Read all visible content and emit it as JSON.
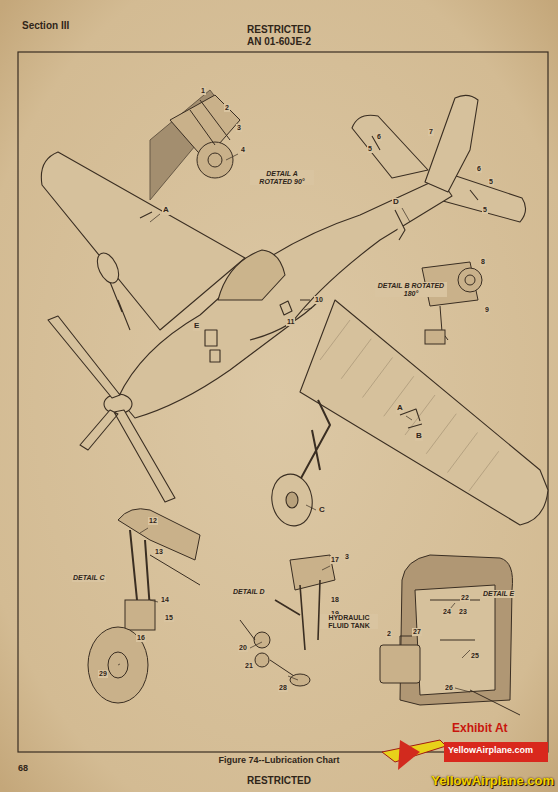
{
  "diagram": {
    "caption": "Figure 74--Lubrication Chart",
    "labels": [
      "Section III",
      "RESTRICTED",
      "AN 01-60JE-2",
      "DETAIL A ROTATED 90°",
      "1",
      "2",
      "3",
      "4",
      "6",
      "5",
      "7",
      "6",
      "5",
      "5",
      "D",
      "DETAIL B ROTATED 180°",
      "8",
      "9",
      "10",
      "11",
      "E",
      "A",
      "A",
      "B",
      "C",
      "DETAIL C",
      "12",
      "13",
      "14",
      "15",
      "16",
      "29",
      "DETAIL D",
      "17",
      "3",
      "18",
      "19",
      "20",
      "21",
      "28",
      "DETAIL E",
      "22",
      "24",
      "23",
      "27",
      "2",
      "25",
      "26",
      "HYDRAULIC FLUID TANK",
      "68",
      "RESTRICTED",
      "Exhibit At",
      "YellowAirplane.com",
      "YellowAirplane.com"
    ]
  }
}
